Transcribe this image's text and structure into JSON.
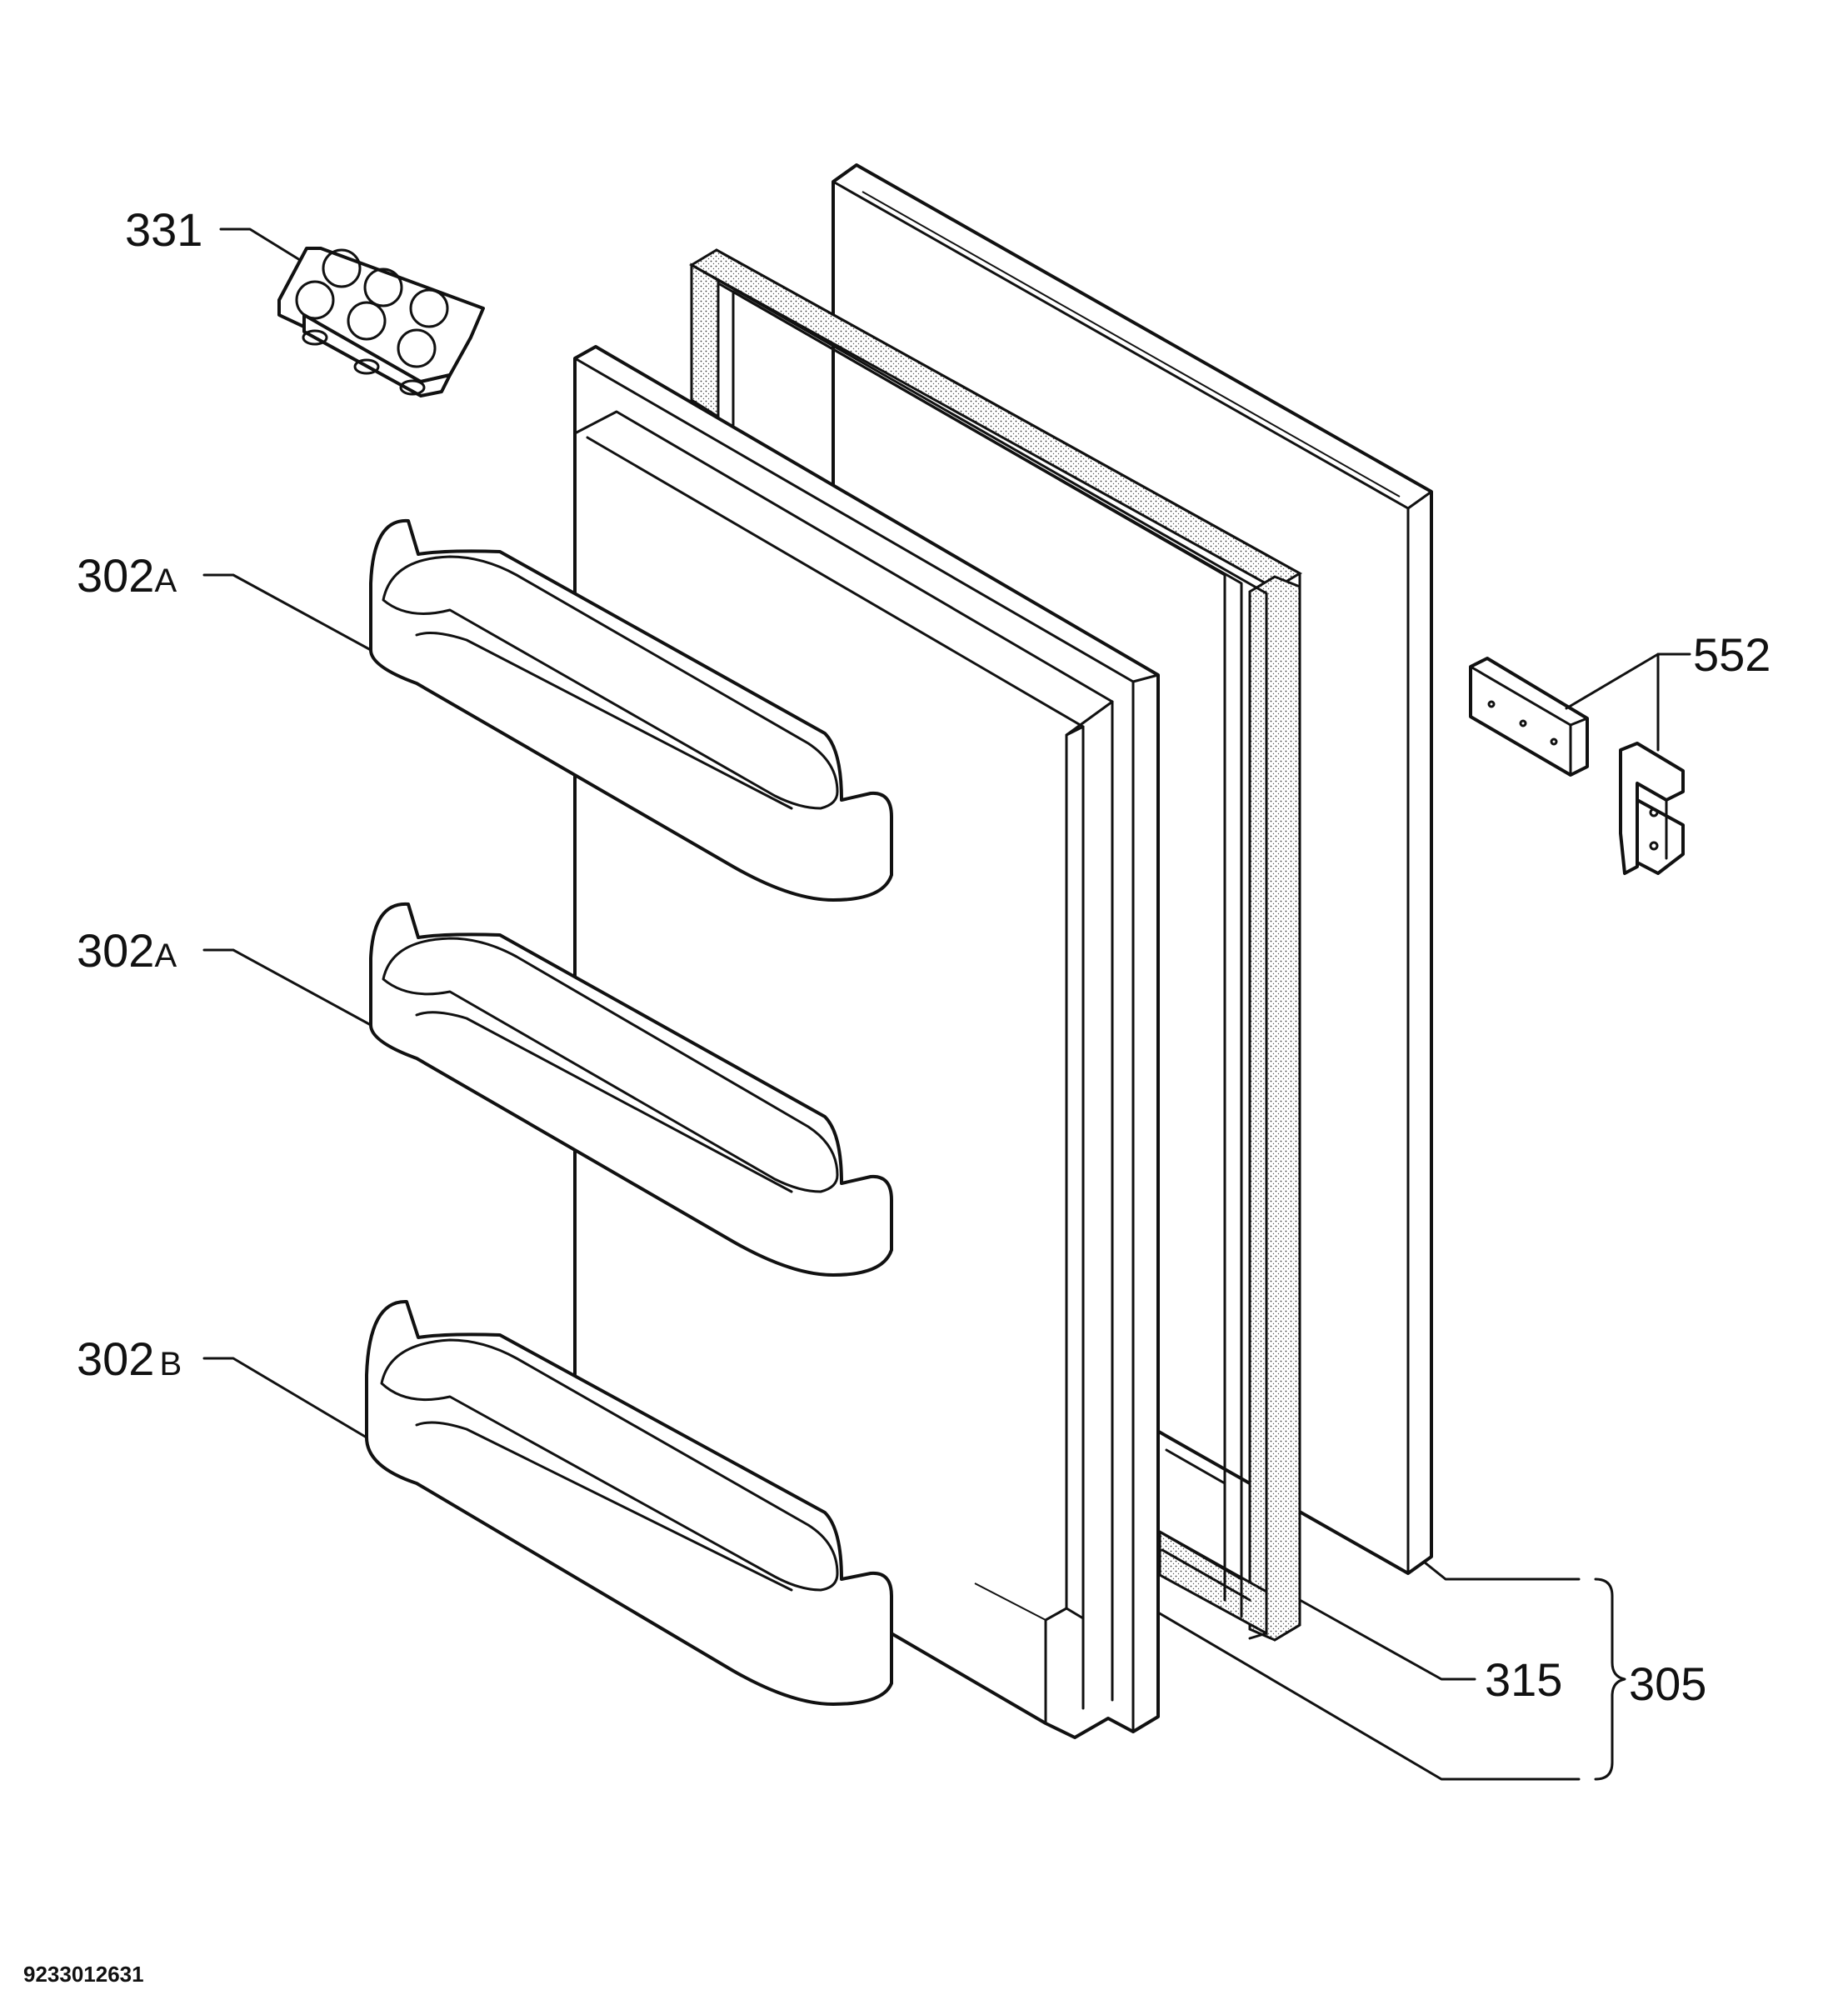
{
  "labels": {
    "egg_tray": "331",
    "shelf_top": {
      "num": "302",
      "suffix": "A"
    },
    "shelf_mid": {
      "num": "302",
      "suffix": "A"
    },
    "shelf_bottom": {
      "num": "302",
      "suffix": "B"
    },
    "hinge": "552",
    "gasket": "315",
    "door_assembly": "305"
  },
  "document_number": "9233012631"
}
